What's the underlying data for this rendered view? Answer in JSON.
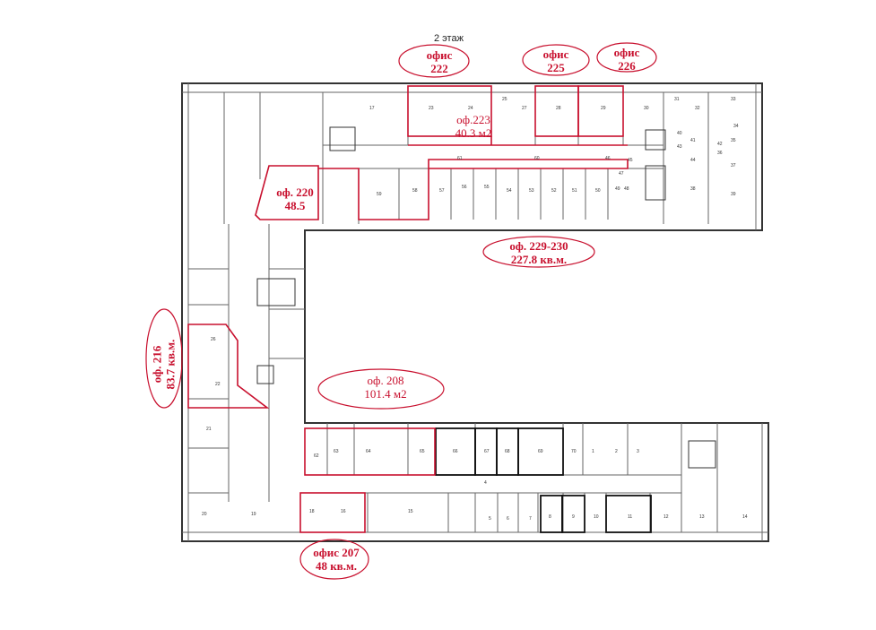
{
  "floor_title": "2  этаж",
  "colors": {
    "highlight": "#c8102e",
    "wall": "#333333",
    "thin_wall": "#777777"
  },
  "offices": {
    "o222": {
      "line1": "офис",
      "line2": "222"
    },
    "o225": {
      "line1": "офис",
      "line2": "225"
    },
    "o226": {
      "line1": "офис",
      "line2": "226"
    },
    "o223": {
      "line1": "оф.223",
      "line2": "40.3 м2"
    },
    "o220": {
      "line1": "оф. 220",
      "line2": "48.5"
    },
    "o229": {
      "line1": "оф. 229-230",
      "line2": "227.8 кв.м."
    },
    "o216": {
      "line1": "оф. 216",
      "line2": "83.7 кв.м."
    },
    "o208": {
      "line1": "оф. 208",
      "line2": "101.4 м2"
    },
    "o207": {
      "line1": "офис 207",
      "line2": "48 кв.м."
    }
  },
  "room_numbers": [
    "17",
    "23",
    "24",
    "25",
    "27",
    "28",
    "29",
    "30",
    "31",
    "32",
    "33",
    "34",
    "35",
    "36",
    "37",
    "38",
    "39",
    "40",
    "41",
    "42",
    "43",
    "44",
    "45",
    "46",
    "47",
    "48",
    "49",
    "50",
    "51",
    "52",
    "53",
    "54",
    "55",
    "56",
    "57",
    "58",
    "59",
    "60",
    "61",
    "62",
    "63",
    "64",
    "65",
    "66",
    "67",
    "68",
    "69",
    "70",
    "1",
    "2",
    "3",
    "4",
    "5",
    "6",
    "7",
    "8",
    "9",
    "10",
    "11",
    "12",
    "13",
    "14",
    "15",
    "16",
    "18",
    "19",
    "20",
    "21",
    "22",
    "26"
  ]
}
